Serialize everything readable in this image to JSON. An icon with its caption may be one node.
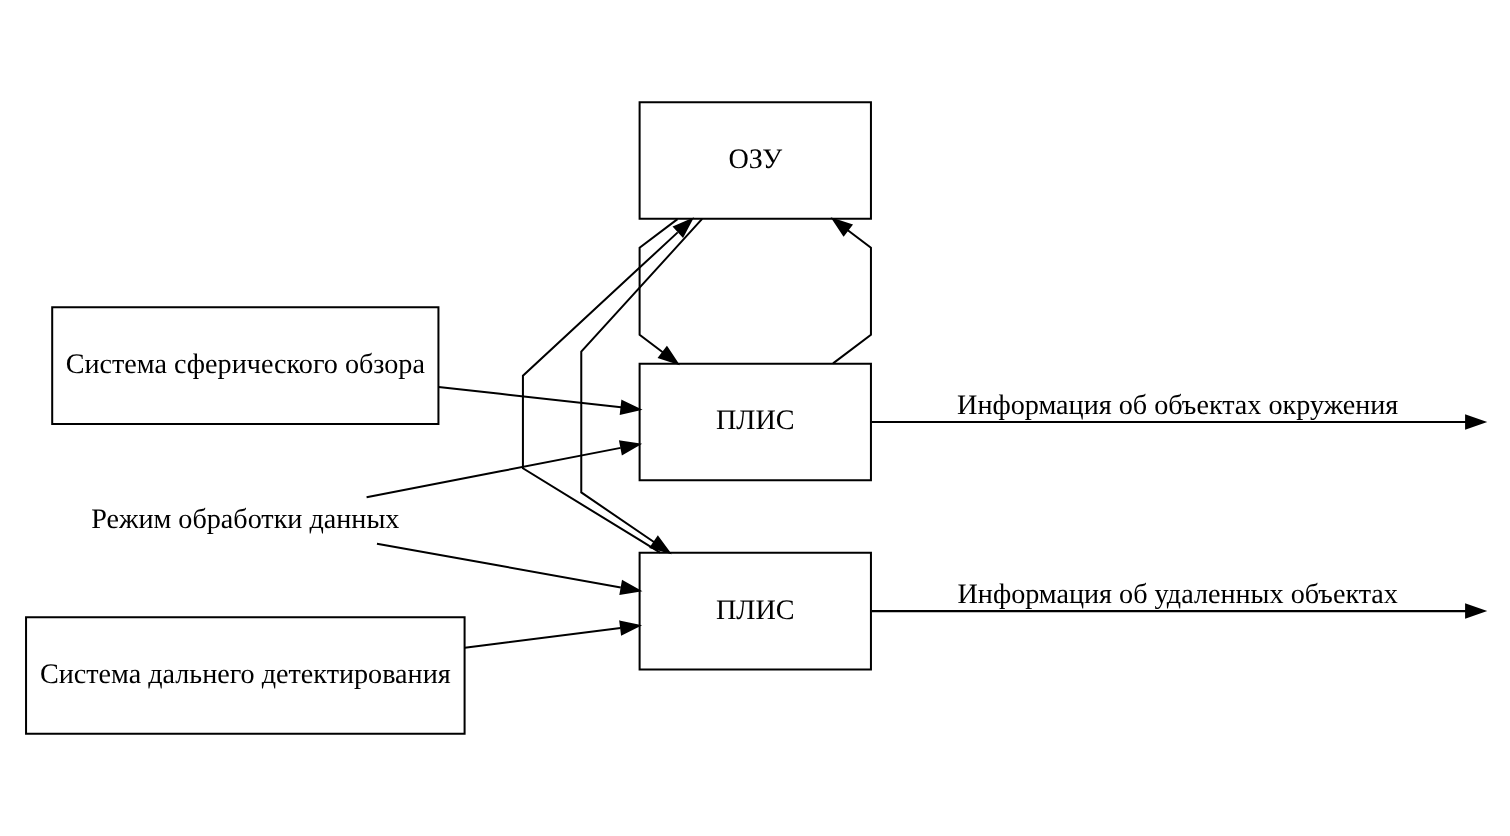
{
  "diagram": {
    "nodes": [
      {
        "text": [
          "Режим обработки данных"
        ]
      },
      {
        "text": [
          "Система сферического обзора"
        ]
      },
      {
        "text": [
          "ПЛИС"
        ]
      },
      {
        "text": [
          "ОЗУ"
        ]
      },
      {
        "text": [
          "Система дальнего детектирования"
        ]
      },
      {
        "text": [
          "ПЛИС"
        ]
      }
    ],
    "edges": [
      {
        "from": 0,
        "to": 2,
        "arrow": "to"
      },
      {
        "from": 0,
        "to": 5,
        "arrow": "to"
      },
      {
        "from": 1,
        "to": 2,
        "arrow": "to"
      },
      {
        "from": 2,
        "to": 3,
        "arrow": "to"
      },
      {
        "from": 3,
        "to": 2,
        "arrow": "to"
      },
      {
        "from": 3,
        "to": 5,
        "arrow": "to"
      },
      {
        "from": 5,
        "to": 3,
        "arrow": "to"
      },
      {
        "from": 4,
        "to": 5,
        "arrow": "to"
      },
      {
        "from": 2,
        "to": null,
        "arrow": "to",
        "label": "Информация об объектах окружения"
      },
      {
        "from": 5,
        "to": null,
        "arrow": "to",
        "label": "Информация об удаленных объектах"
      }
    ]
  }
}
